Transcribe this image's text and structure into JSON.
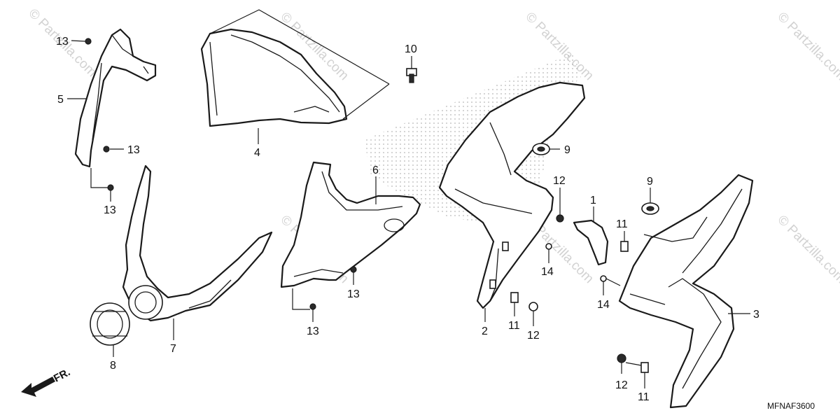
{
  "watermark": "© Partzilla.com",
  "diagram_code": "MFNAF3600",
  "direction_label": "FR.",
  "callouts": {
    "c1": "1",
    "c2": "2",
    "c3": "3",
    "c4": "4",
    "c5": "5",
    "c6": "6",
    "c7": "7",
    "c8": "8",
    "c9a": "9",
    "c9b": "9",
    "c10": "10",
    "c11a": "11",
    "c11b": "11",
    "c11c": "11",
    "c12a": "12",
    "c12b": "12",
    "c12c": "12",
    "c13a": "13",
    "c13b": "13",
    "c13c": "13",
    "c13d": "13",
    "c13e": "13",
    "c14a": "14",
    "c14b": "14"
  }
}
